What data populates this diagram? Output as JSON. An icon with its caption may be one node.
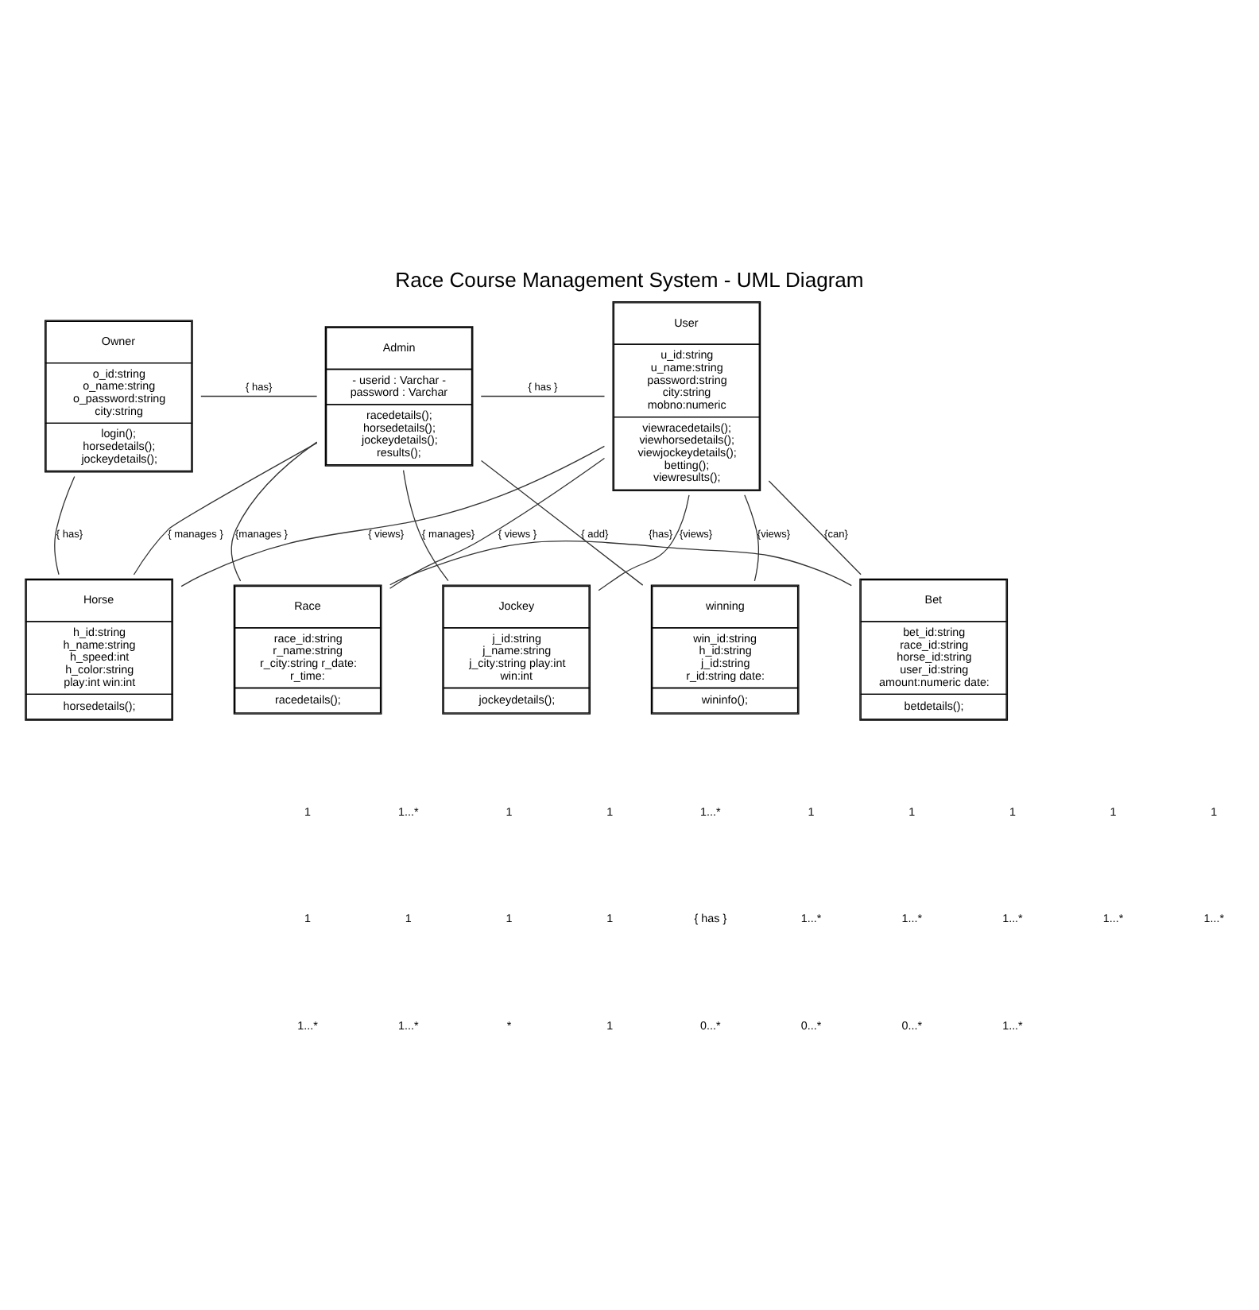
{
  "diagram": {
    "title": "Race Course Management System - UML Diagram",
    "nodes": [
      {
        "text": [
          "Owner",
          "o_id:string o_name:string o_password:string city:string",
          "login(); horsedetails(); jockeydetails();"
        ]
      },
      {
        "text": [
          "Admin",
          "- userid : Varchar - password : Varchar",
          "racedetails(); horsedetails(); jockeydetails(); results();"
        ]
      },
      {
        "text": [
          "User",
          "u_id:string u_name:string password:string city:string mobno:numeric",
          "viewracedetails(); viewhorsedetails(); viewjockeydetails(); betting(); viewresults();"
        ]
      },
      {
        "text": [
          "Horse",
          "h_id:string h_name:string h_speed:int h_color:string play:int win:int",
          "horsedetails();"
        ]
      },
      {
        "text": [
          "Jockey",
          "j_id:string j_name:string j_city:string play:int win:int",
          "jockeydetails();"
        ]
      },
      {
        "text": [
          "Race",
          "race_id:string r_name:string r_city:string r_date: r_time:",
          "racedetails();"
        ]
      },
      {
        "text": [
          "Bet",
          "bet_id:string race_id:string horse_id:string user_id:string amount:numeric date:",
          "betdetails();"
        ]
      },
      {
        "text": [
          "winning",
          "win_id:string h_id:string j_id:string r_id:string date:",
          "wininfo();"
        ]
      }
    ],
    "edges": [
      {
        "from": 0,
        "to": 1,
        "arrow": "none",
        "label": "{ has}"
      },
      {
        "from": 0,
        "to": 3,
        "arrow": "none",
        "label": "{ has}"
      },
      {
        "from": 1,
        "to": 7,
        "arrow": "none",
        "label": "{ add}"
      },
      {
        "from": 1,
        "to": 2,
        "arrow": "none",
        "label": "{ has }"
      },
      {
        "from": 1,
        "to": 5,
        "arrow": "none",
        "label": "{manages }"
      },
      {
        "from": 1,
        "to": 3,
        "arrow": "none",
        "label": "{ manages }"
      },
      {
        "from": 1,
        "to": 4,
        "arrow": "none",
        "label": "{ manages}"
      },
      {
        "from": 2,
        "to": 3,
        "arrow": "none",
        "label": "{ views}"
      },
      {
        "from": 2,
        "to": 5,
        "arrow": "none",
        "label": "{ views }"
      },
      {
        "from": 2,
        "to": 6,
        "arrow": "none",
        "label": "{can}"
      },
      {
        "from": 2,
        "to": 4,
        "arrow": "none",
        "label": "{views}"
      },
      {
        "from": 2,
        "to": 7,
        "arrow": "none",
        "label": "{views}"
      },
      {
        "from": 5,
        "to": 6,
        "arrow": "none",
        "label": "{has}"
      }
    ],
    "labels": [
      "1",
      "1...*",
      "1",
      "1",
      "1...*",
      "1",
      "1",
      "1",
      "1",
      "1",
      "1",
      "1",
      "1",
      "1",
      "{ has }",
      "1...*",
      "1...*",
      "1...*",
      "1...*",
      "1...*",
      "1...*",
      "1...*",
      "*",
      "1",
      "0...*",
      "0...*",
      "0...*",
      "1...*"
    ]
  }
}
